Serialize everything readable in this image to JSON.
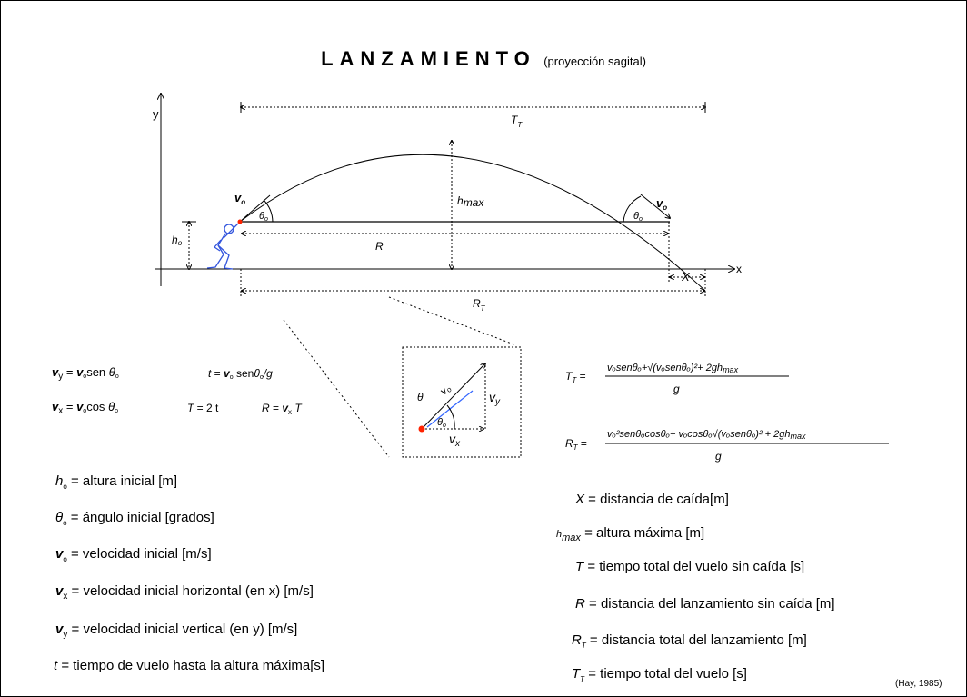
{
  "title": {
    "main": "LANZAMIENTO",
    "sub": "(proyección sagital)"
  },
  "diagram": {
    "axis_x": "x",
    "axis_y": "y",
    "label_TT": "T",
    "label_TT_sub": "T",
    "label_vo": "v",
    "label_vo_sub": "o",
    "label_theta": "θ",
    "label_theta_sub": "o",
    "label_ho": "h",
    "label_ho_sub": "o",
    "label_hmax": "h",
    "label_hmax_sub": "max",
    "label_R": "R",
    "label_X": "X",
    "label_RT": "R",
    "label_RT_sub": "T"
  },
  "inset": {
    "theta": "θ",
    "vo": "v",
    "vo_sub": "o",
    "vy": "v",
    "vy_sub": "y",
    "vx": "v",
    "vx_sub": "x",
    "theta_o": "θ",
    "theta_o_sub": "o"
  },
  "equations": {
    "vy_lhs": "v",
    "vy_sub": "y",
    "vy_eq": " = ",
    "vy_rhs": "v",
    "vy_rhs_sub": "o",
    "vy_sen": "sen",
    "vy_theta": "θ",
    "vy_theta_sub": "o",
    "t_lhs": "t",
    "t_eq": " = ",
    "t_rhs": "v",
    "t_rhs_sub": "o",
    "t_sen": " sen",
    "t_theta": "θ",
    "t_theta_sub": "o",
    "t_div": "/g",
    "vx_lhs": "v",
    "vx_sub": "x",
    "vx_eq": " = ",
    "vx_rhs": "v",
    "vx_rhs_sub": "o",
    "vx_cos": "cos",
    "vx_theta": "θ",
    "vx_theta_sub": "o",
    "T_lhs": "T",
    "T_rhs": " = 2 t",
    "R_lhs": "R",
    "R_eq": " = ",
    "R_rhs": "v",
    "R_rhs_sub": "x",
    "R_T": " T"
  },
  "formula_TT": {
    "lhs": "T",
    "lhs_sub": "T",
    "eq": " =",
    "num": "vₒsenθₒ+√(vₒsenθₒ)²+ 2gh",
    "num_sub": "max",
    "den": "g"
  },
  "formula_RT": {
    "lhs": "R",
    "lhs_sub": "T",
    "eq": " =",
    "num": "vₒ²senθₒcosθₒ+ vₒcosθₒ√(vₒsenθₒ)² + 2gh",
    "num_sub": "max",
    "den": "g"
  },
  "left_defs": [
    {
      "sym": "h",
      "sub": "o",
      "text": " =  altura inicial [m]"
    },
    {
      "sym": "θ",
      "sub": "o",
      "text": " =  ángulo inicial [grados]"
    },
    {
      "sym": "v",
      "sub": "o",
      "text": " =  velocidad inicial [m/s]"
    },
    {
      "sym": "v",
      "sub": "x",
      "text": " =  velocidad inicial horizontal (en x) [m/s]"
    },
    {
      "sym": "v",
      "sub": "y",
      "text": " =  velocidad inicial vertical (en y) [m/s]"
    },
    {
      "sym": "t",
      "sub": "",
      "text": " = tiempo de vuelo hasta la altura máxima[s]"
    }
  ],
  "right_defs": [
    {
      "sym": "X",
      "sub": "",
      "text": " =  distancia de caída[m]"
    },
    {
      "sym": "h",
      "sub": "max",
      "text": " =  altura máxima [m]"
    },
    {
      "sym": "T",
      "sub": "",
      "text": " = tiempo total del vuelo sin caída [s]"
    },
    {
      "sym": "R",
      "sub": "",
      "text": " = distancia del lanzamiento sin caída [m]"
    },
    {
      "sym": "R",
      "sub": "T",
      "text": " =  distancia total del lanzamiento [m]"
    },
    {
      "sym": "T",
      "sub": "T",
      "text": " =  tiempo total del vuelo [s]"
    }
  ],
  "credit": "(Hay, 1985)",
  "colors": {
    "figure": "#3355dd",
    "dot": "#ff2200",
    "vector": "#3366ff"
  }
}
